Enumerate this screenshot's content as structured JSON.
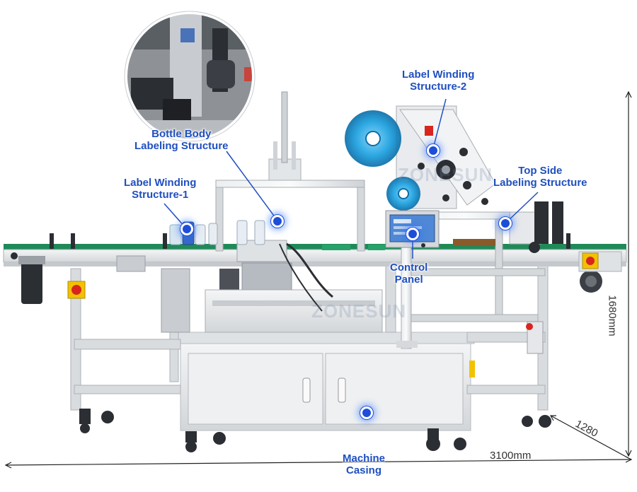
{
  "watermark": "ZONESUN",
  "callouts": {
    "bottle_body": [
      "Bottle Body",
      "Labeling Structure"
    ],
    "label_winding_1": [
      "Label Winding",
      "Structure-1"
    ],
    "label_winding_2": [
      "Label Winding",
      "Structure-2"
    ],
    "top_side": [
      "Top Side",
      "Labeling Structure"
    ],
    "control_panel": [
      "Control",
      "Panel"
    ],
    "machine_casing": [
      "Machine",
      "Casing"
    ]
  },
  "dimensions": {
    "length": "3100mm",
    "width": "1280",
    "height": "1680mm"
  },
  "colors": {
    "accent": "#1f4fbf",
    "frame": "#d9dcdf",
    "steel": "#e9eaec",
    "dark": "#2b2e33",
    "emergency_red": "#d8261f",
    "emergency_yellow": "#f2c200",
    "label_roll_blue": "#1aa0e0",
    "conveyor_green": "#1f8a58",
    "screen_blue": "#4f88d6"
  }
}
